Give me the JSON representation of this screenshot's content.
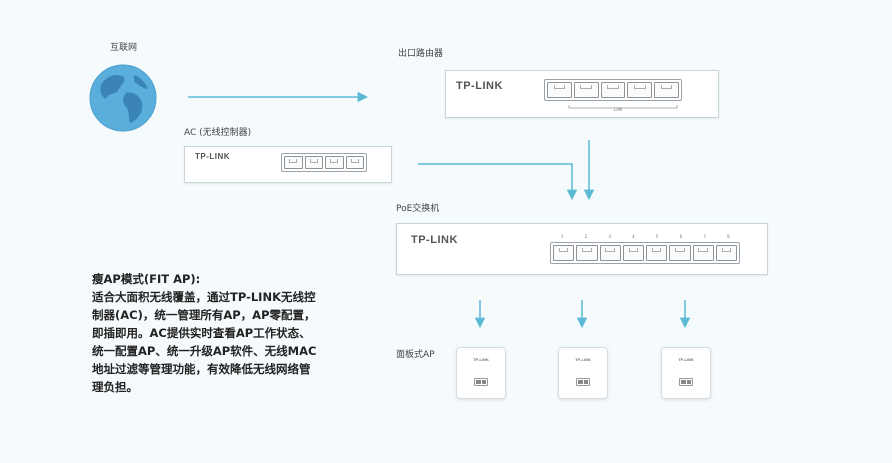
{
  "labels": {
    "internet": "互联网",
    "router": "出口路由器",
    "ac": "AC (无线控制器)",
    "poe_switch": "PoE交换机",
    "panel_ap": "面板式AP",
    "lan": "LAN"
  },
  "brand": "TP-LINK",
  "switch_port_numbers": [
    "1",
    "2",
    "3",
    "4",
    "5",
    "6",
    "7",
    "8"
  ],
  "description": {
    "title": "瘦AP模式(FIT AP):",
    "lines": [
      "适合大面积无线覆盖，通过TP-LINK无线控",
      "制器(AC)，统一管理所有AP，AP零配置，",
      "即插即用。AC提供实时查看AP工作状态、",
      "统一配置AP、统一升级AP软件、无线MAC",
      "地址过滤等管理功能，有效降低无线网络管",
      "理负担。"
    ]
  },
  "colors": {
    "arrow": "#5bb9d6",
    "globe_ocean": "#5aaedb",
    "globe_land": "#3a84b8"
  }
}
